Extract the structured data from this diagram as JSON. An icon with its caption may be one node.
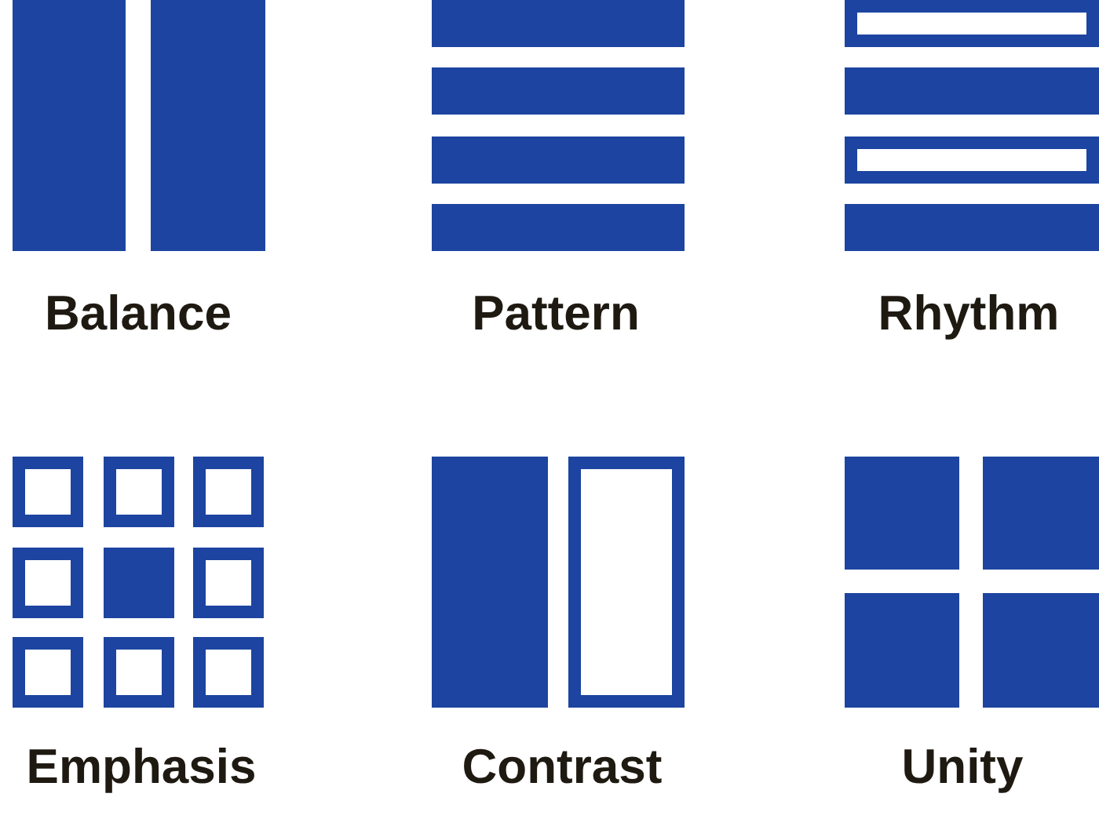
{
  "diagram": {
    "labels": [
      "Balance",
      "Pattern",
      "Rhythm",
      "Emphasis",
      "Contrast",
      "Unity"
    ]
  }
}
